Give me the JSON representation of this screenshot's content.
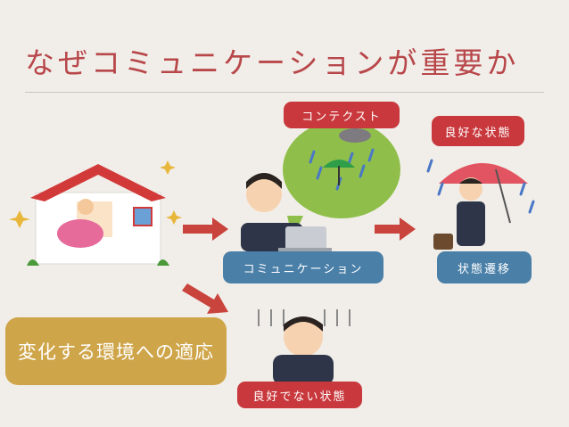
{
  "title": "なぜコミュニケーションが重要か",
  "labels": {
    "context": "コンテクスト",
    "good_state": "良好な状態",
    "communication": "コミュニケーション",
    "state_transition": "状態遷移",
    "bad_state": "良好でない状態",
    "adaptation": "変化する環境への適応"
  },
  "colors": {
    "title": "#b8474a",
    "red_label": "#c8383c",
    "blue_label": "#4a7fa8",
    "gold_box": "#cfa54a",
    "arrow": "#c9443c",
    "bubble": "#8fbf4a"
  }
}
